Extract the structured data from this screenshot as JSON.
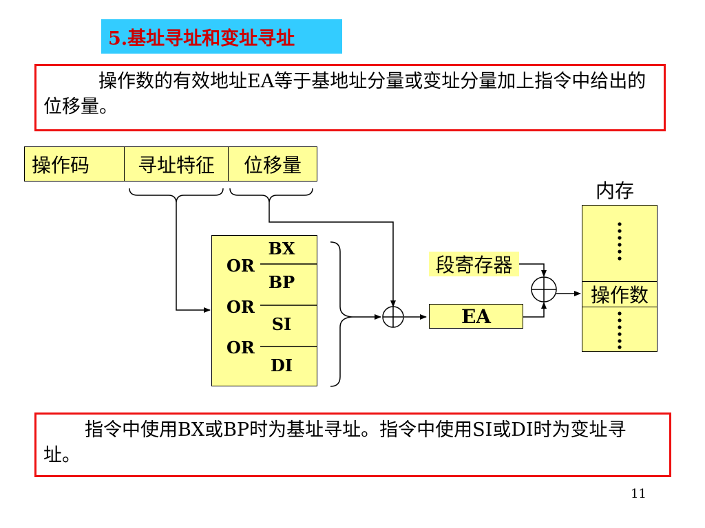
{
  "title": "5.基址寻址和变址寻址",
  "intro_text": "操作数的有效地址EA等于基地址分量或变址分量加上指令中给出的位移量。",
  "instruction_format": {
    "opcode": "操作码",
    "addressing_mode": "寻址特征",
    "displacement": "位移量"
  },
  "registers": [
    "BX",
    "BP",
    "SI",
    "DI"
  ],
  "or_label": "OR",
  "segment_register": "段寄存器",
  "ea": "EA",
  "memory": {
    "title": "内存",
    "operand": "操作数"
  },
  "summary_text": "指令中使用BX或BP时为基址寻址。指令中使用SI或DI时为变址寻址。",
  "page_number": "11"
}
